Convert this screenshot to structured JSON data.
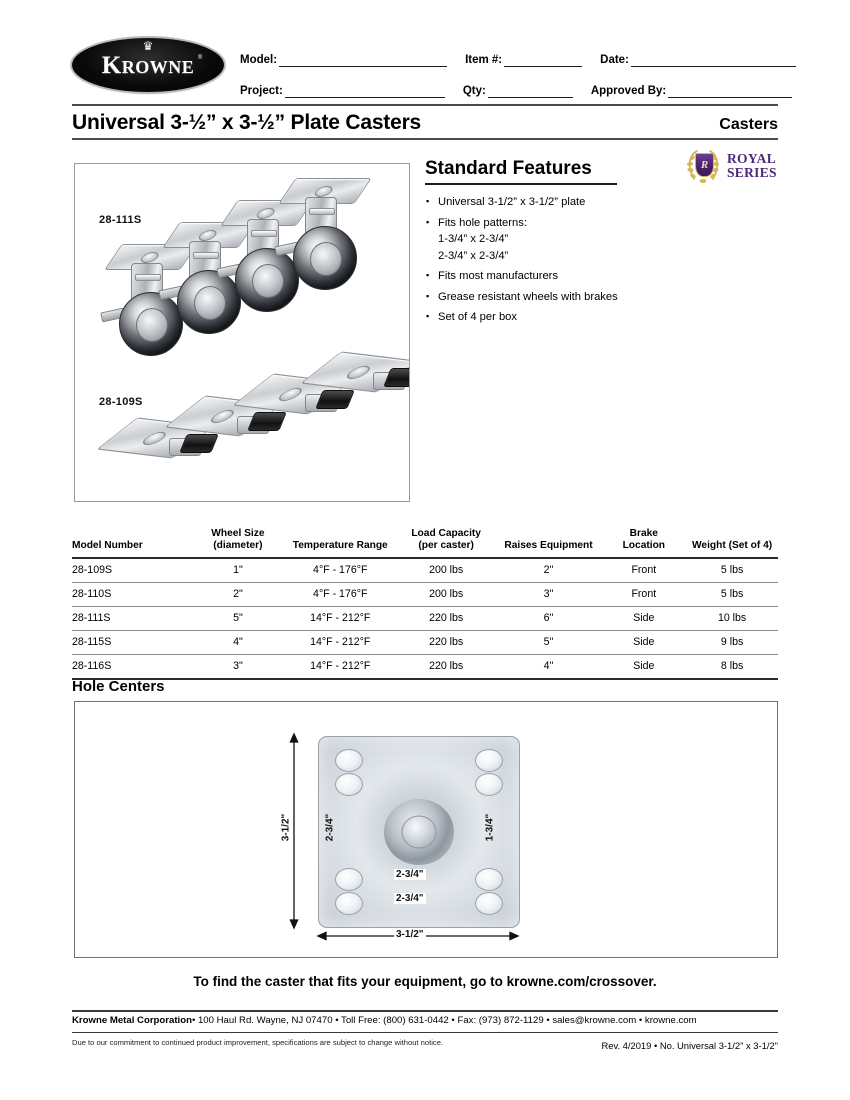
{
  "brand": {
    "logo_text_k": "K",
    "logo_text_rest": "ROWNE",
    "logo_registered": "®",
    "crown_icon": "crown-icon"
  },
  "header_form": {
    "rows": [
      [
        {
          "label": "Model:",
          "value": "",
          "width": 168
        },
        {
          "label": "Item #:",
          "value": "",
          "width": 78
        },
        {
          "label": "Date:",
          "value": "",
          "width": 165
        }
      ],
      [
        {
          "label": "Project:",
          "value": "",
          "width": 160
        },
        {
          "label": "Qty:",
          "value": "",
          "width": 85
        },
        {
          "label": "Approved By:",
          "value": "",
          "width": 124
        }
      ]
    ]
  },
  "title_bar": {
    "title": "Universal 3-½” x 3-½” Plate Casters",
    "category": "Casters"
  },
  "product_images": {
    "label_top": "28-111S",
    "label_bottom": "28-109S"
  },
  "features": {
    "heading": "Standard Features",
    "items": [
      "Universal 3-1/2” x 3-1/2” plate",
      "Fits hole patterns:\n1-3/4” x 2-3/4”\n2-3/4” x 2-3/4”",
      "Fits most manufacturers",
      "Grease resistant wheels with brakes",
      "Set of 4 per box"
    ]
  },
  "royal_series": {
    "monogram": "R",
    "line1": "ROYAL",
    "line2": "SERIES",
    "shield_color": "#4a2170",
    "text_color": "#4b2a7b",
    "wreath_color": "#cfae46"
  },
  "spec_table": {
    "headers": [
      "Model Number",
      "Wheel Size\n(diameter)",
      "Temperature Range",
      "Load Capacity\n(per caster)",
      "Raises Equipment",
      "Brake\nLocation",
      "Weight (Set of 4)"
    ],
    "rows": [
      [
        "28-109S",
        "1\"",
        "4°F - 176°F",
        "200 lbs",
        "2\"",
        "Front",
        "5 lbs"
      ],
      [
        "28-110S",
        "2\"",
        "4°F - 176°F",
        "200 lbs",
        "3\"",
        "Front",
        "5 lbs"
      ],
      [
        "28-111S",
        "5\"",
        "14°F - 212°F",
        "220 lbs",
        "6\"",
        "Side",
        "10 lbs"
      ],
      [
        "28-115S",
        "4\"",
        "14°F - 212°F",
        "220 lbs",
        "5\"",
        "Side",
        "9 lbs"
      ],
      [
        "28-116S",
        "3\"",
        "14°F - 212°F",
        "220 lbs",
        "4\"",
        "Side",
        "8 lbs"
      ]
    ]
  },
  "hole_centers": {
    "heading": "Hole Centers",
    "dim_left_outer": "3-1/2\"",
    "dim_left_inner": "2-3/4\"",
    "dim_right_inner": "1-3/4\"",
    "dim_mid_upper": "2-3/4\"",
    "dim_mid_lower": "2-3/4\"",
    "dim_bottom": "3-1/2\""
  },
  "cta": {
    "text": "To find the caster that fits your equipment, go to krowne.com/crossover."
  },
  "footer": {
    "company": "Krowne Metal Corporation",
    "contact": "•  100 Haul Rd. Wayne, NJ 07470  •  Toll Free: (800) 631-0442  •  Fax: (973) 872-1129  •  sales@krowne.com  •  krowne.com",
    "disclaimer": "Due to our commitment to continued product improvement, specifications are subject to change without notice.",
    "revision": "Rev. 4/2019  •   No. Universal 3-1/2\" x 3-1/2\""
  }
}
